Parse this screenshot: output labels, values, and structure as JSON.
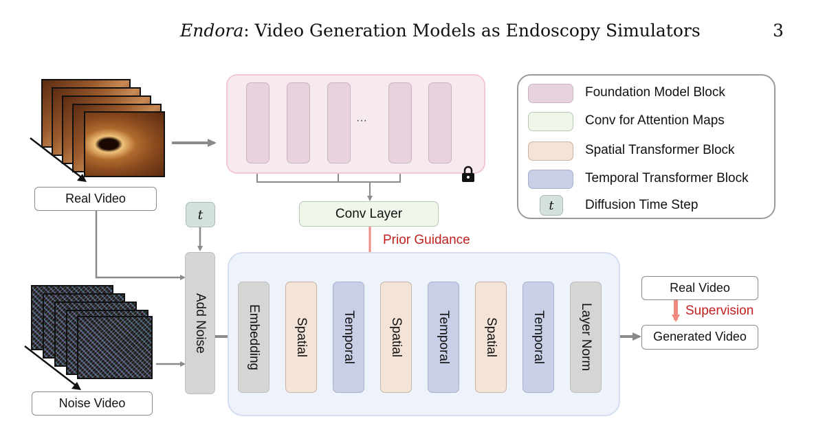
{
  "header": {
    "title_italic": "Endora",
    "title_rest": ": Video Generation Models as Endoscopy Simulators",
    "page_number": "3"
  },
  "inputs": {
    "real_video_label": "Real Video",
    "noise_video_label": "Noise Video",
    "time_step_symbol": "t",
    "add_noise_label": "Add Noise"
  },
  "foundation": {
    "ellipsis": "···",
    "lock_icon": "lock-icon",
    "conv_layer_label": "Conv Layer",
    "prior_guidance_label": "Prior Guidance"
  },
  "pipeline": {
    "blocks": [
      "Embedding",
      "Spatial",
      "Temporal",
      "Spatial",
      "Temporal",
      "Spatial",
      "Temporal",
      "Layer Norm"
    ]
  },
  "outputs": {
    "real_video_label": "Real Video",
    "supervision_label": "Supervision",
    "generated_video_label": "Generated Video"
  },
  "legend": {
    "items": [
      {
        "label": "Foundation Model Block",
        "color": "#e7d2de"
      },
      {
        "label": "Conv for Attention Maps",
        "color": "#eef7ea"
      },
      {
        "label": "Spatial Transformer Block",
        "color": "#f4e4d8"
      },
      {
        "label": "Temporal Transformer Block",
        "color": "#c8cfe7"
      },
      {
        "label": "Diffusion Time Step",
        "color": "#d5e1de",
        "symbol": "t"
      }
    ]
  },
  "colors": {
    "arrow_gray": "#8a8a8a",
    "guidance_red": "#f08a80",
    "text_red": "#c0201f"
  }
}
